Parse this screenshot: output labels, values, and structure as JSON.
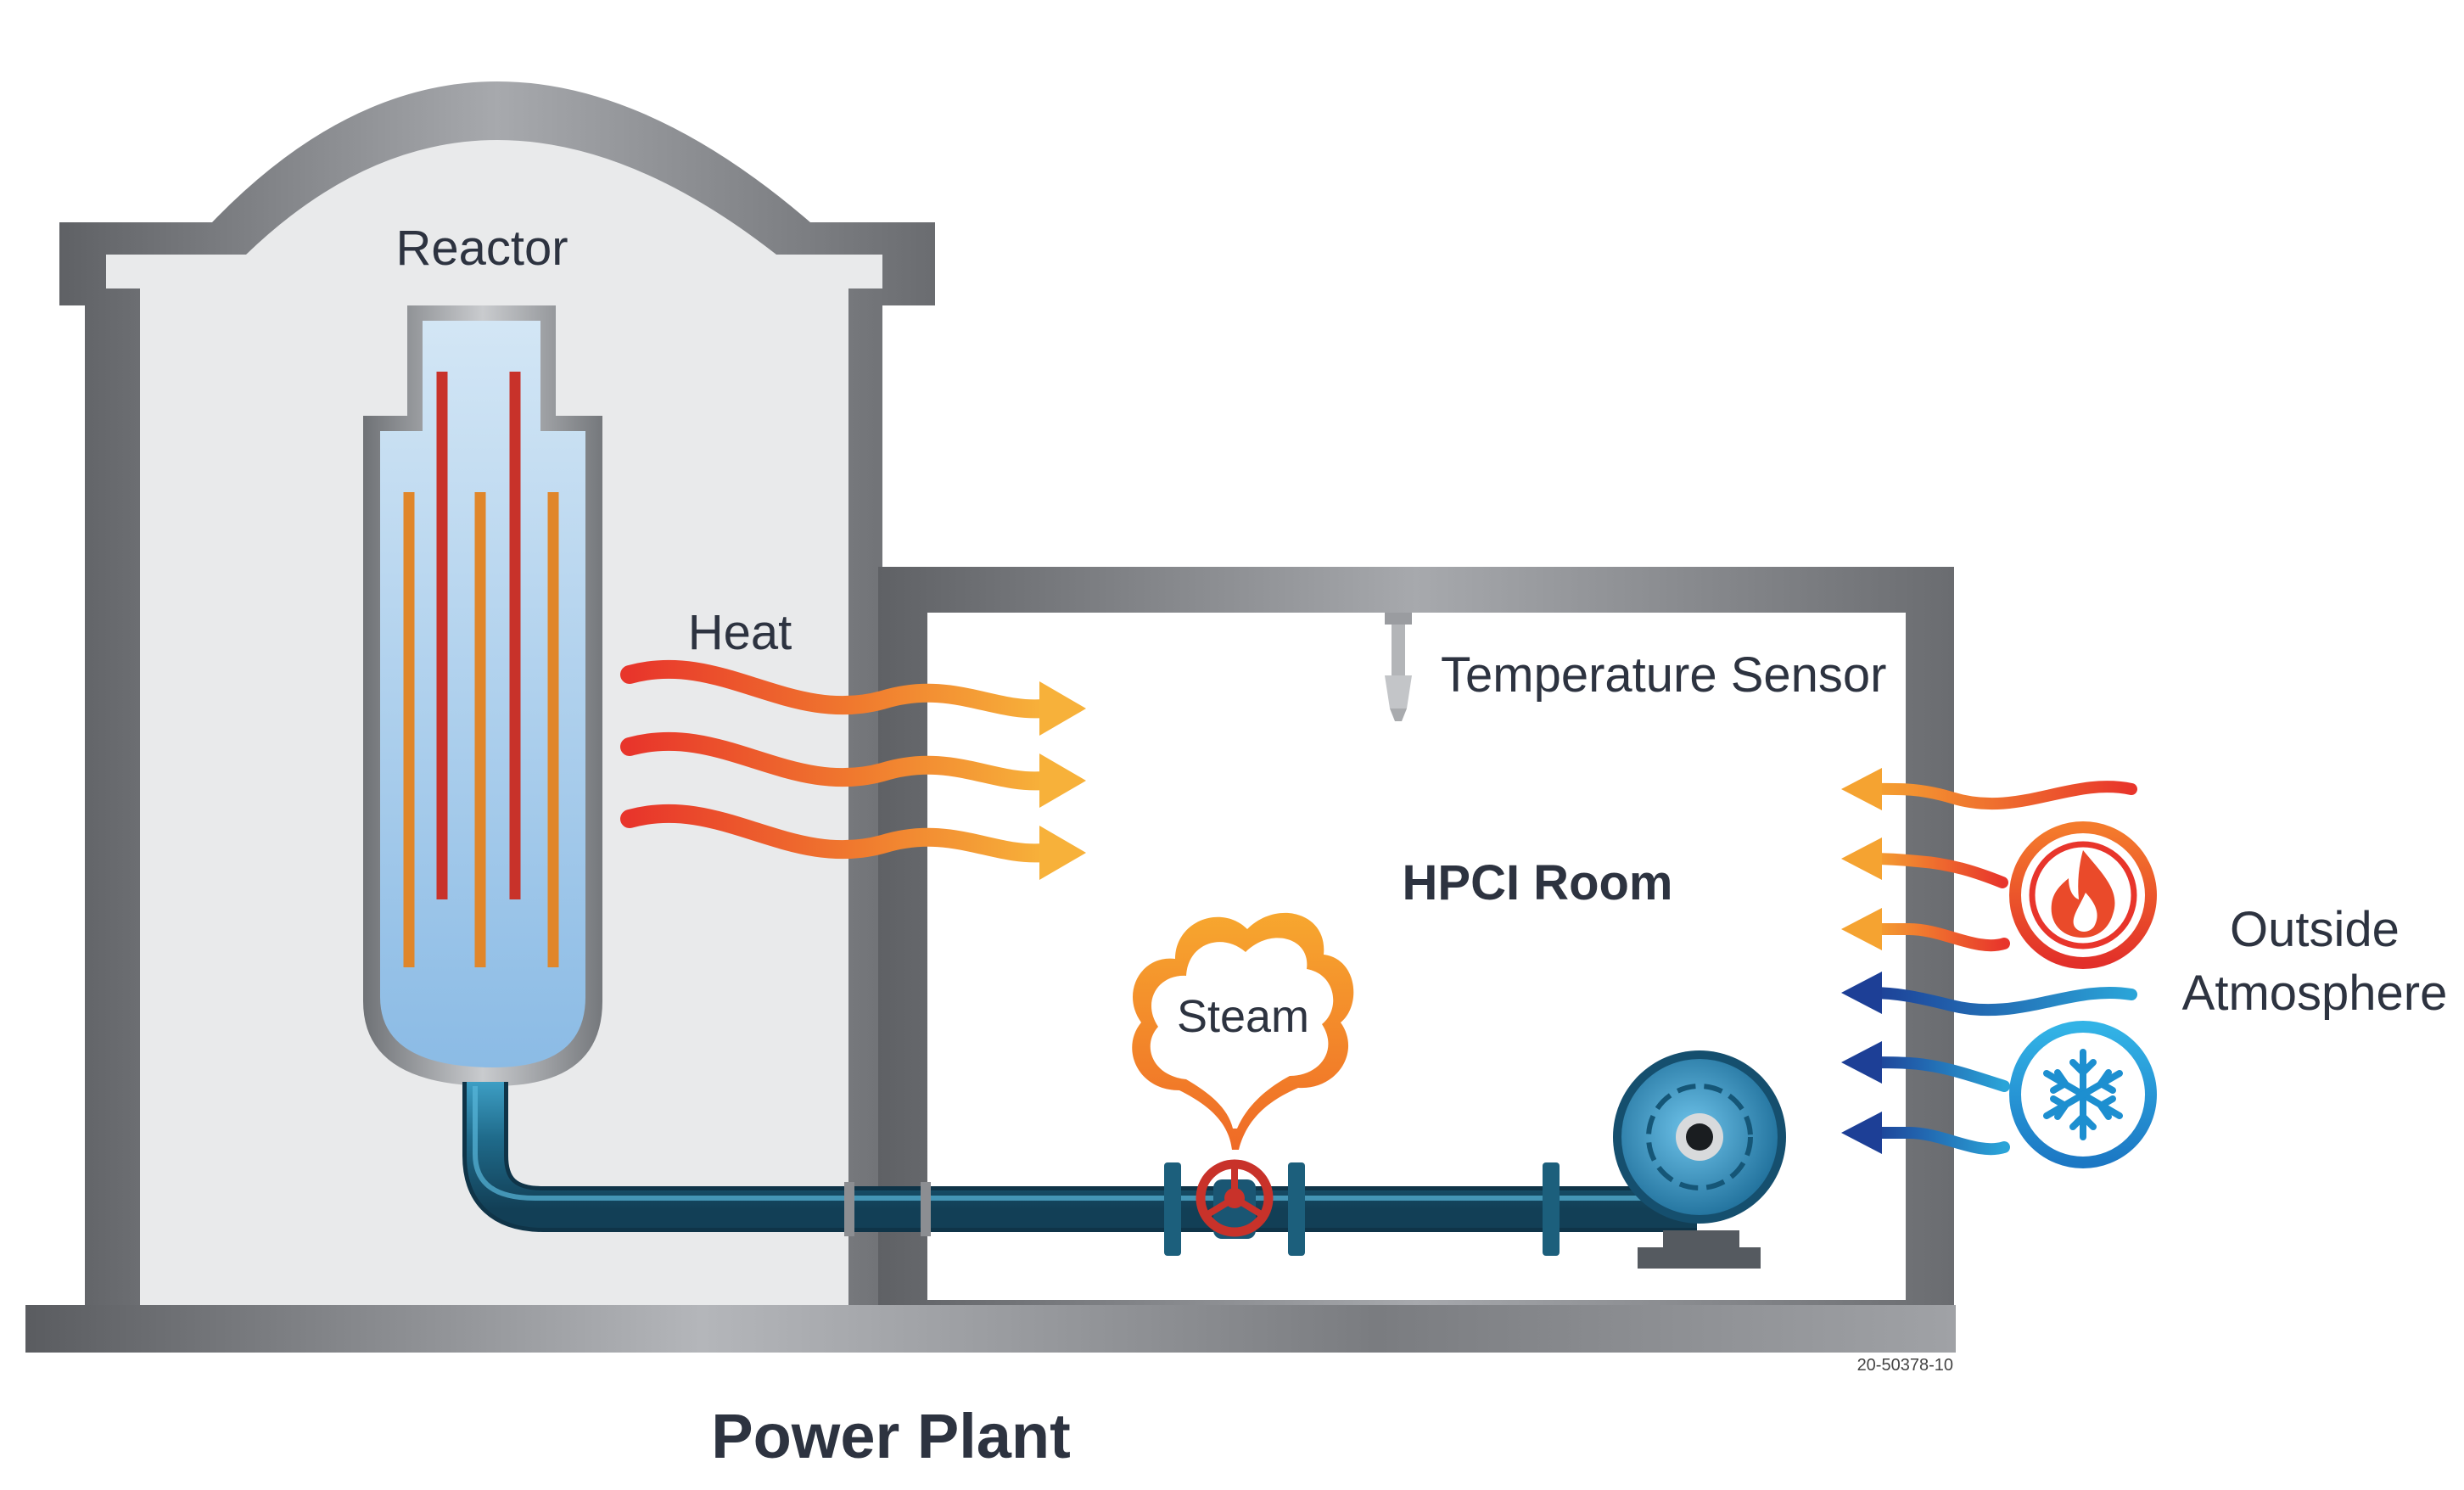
{
  "labels": {
    "reactor": "Reactor",
    "heat": "Heat",
    "temperature_sensor": "Temperature Sensor",
    "hpci_room": "HPCI Room",
    "steam": "Steam",
    "outside_line1": "Outside",
    "outside_line2": "Atmosphere",
    "power_plant": "Power Plant",
    "figure_code": "20-50378-10"
  },
  "icons": [
    "fire-icon",
    "snowflake-icon",
    "valve-icon",
    "pump-icon",
    "temperature-sensor-icon"
  ],
  "colors": {
    "wall_gray": "#8c8e92",
    "interior_gray": "#e9eaeb",
    "water_blue": "#9cc7ea",
    "fuel_red": "#c8322a",
    "fuel_orange": "#e0862a",
    "heat_orange": "#f5a331",
    "heat_red": "#e8352b",
    "cold_blue": "#1d4a9c",
    "pipe_blue": "#1f6a8a",
    "text_dark": "#2d3340"
  }
}
